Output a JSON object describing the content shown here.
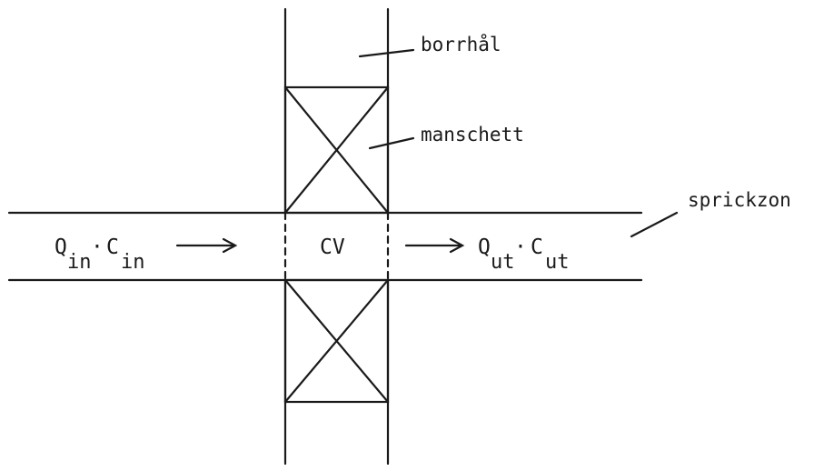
{
  "labels": {
    "borehole": "borrhål",
    "packer": "manschett",
    "fracture_zone": "sprickzon",
    "control_volume": "CV"
  },
  "inflow": {
    "Q": "Q",
    "Q_sub": "in",
    "dot": "·",
    "C": "C",
    "C_sub": "in"
  },
  "outflow": {
    "Q": "Q",
    "Q_sub": "ut",
    "dot": "·",
    "C": "C",
    "C_sub": "ut"
  },
  "colors": {
    "line": "#1a1a1a",
    "background": "#ffffff"
  }
}
